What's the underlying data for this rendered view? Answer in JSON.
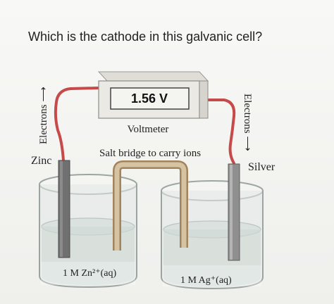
{
  "question": {
    "text": "Which is the cathode in this galvanic cell?"
  },
  "diagram": {
    "voltmeter_reading": "1.56 V",
    "voltmeter_label": "Voltmeter",
    "left_electrons_label": "Electrons ⟶",
    "right_electrons_label": "Electrons ⟶",
    "left_electrode_label": "Zinc",
    "right_electrode_label": "Silver",
    "salt_bridge_label": "Salt bridge to carry ions",
    "left_solution_label": "1 M Zn²⁺(aq)",
    "right_solution_label": "1 M Ag⁺(aq)"
  }
}
